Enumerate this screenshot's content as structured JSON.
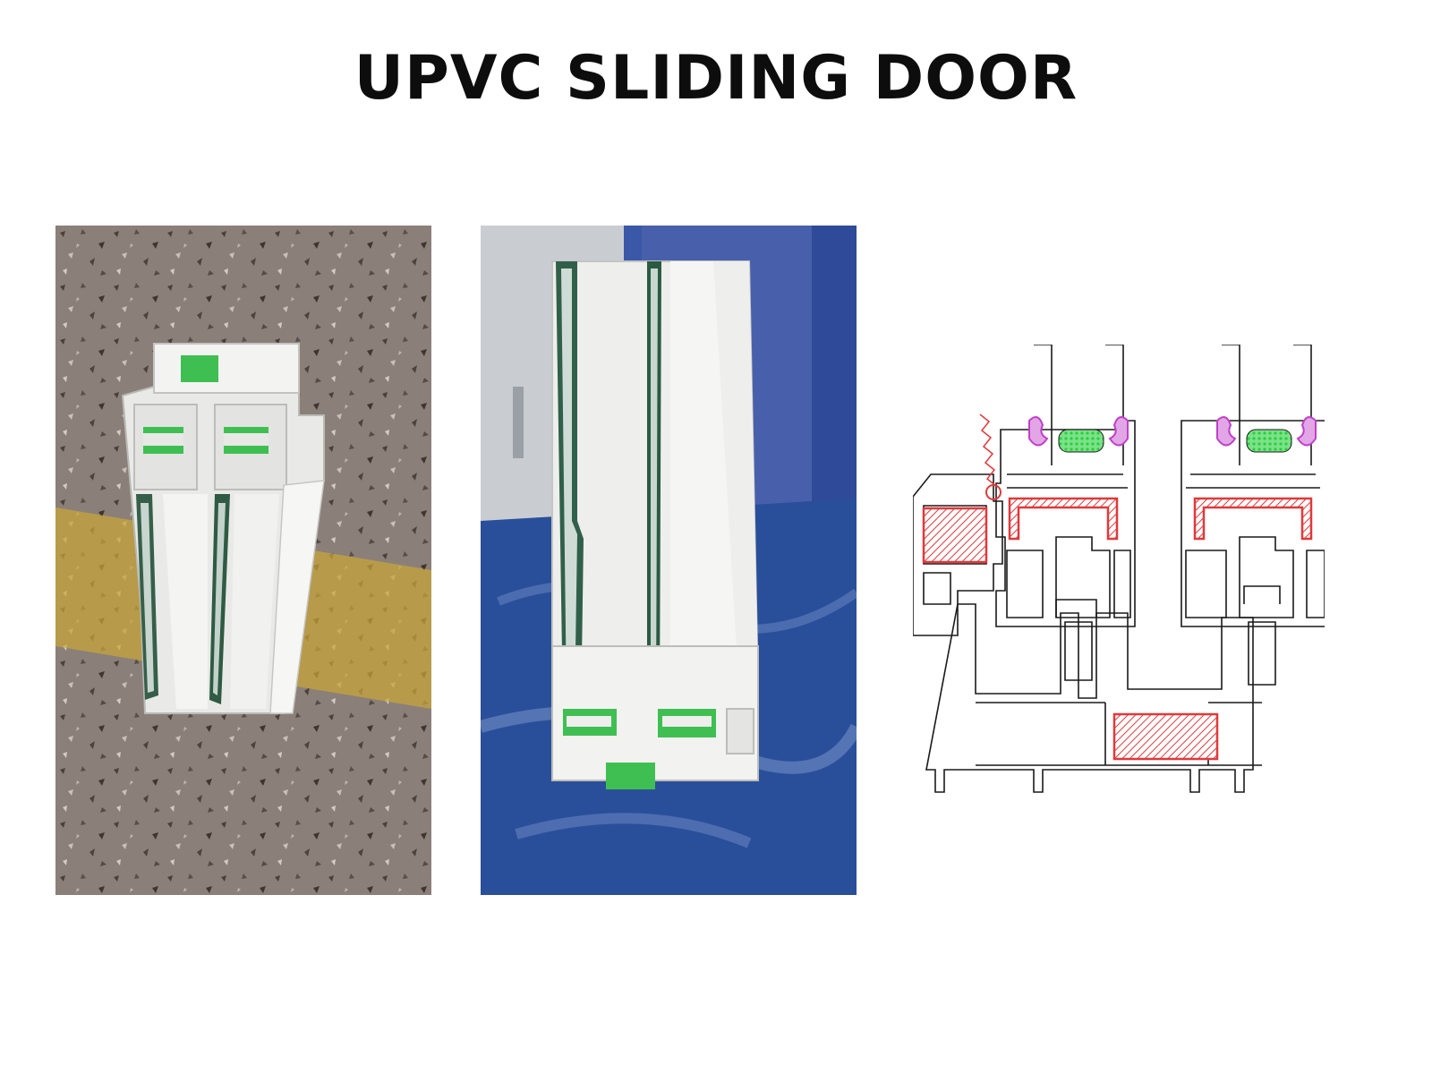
{
  "title": "UPVC SLIDING DOOR",
  "panels": [
    {
      "name": "photo-profile-section-top-view"
    },
    {
      "name": "photo-profile-section-angled-view"
    },
    {
      "name": "technical-cross-section-drawing"
    }
  ],
  "colors": {
    "title": "#0d0d0d",
    "pvc_white": "#f2f2f0",
    "reinforcement_green": "#3fbf52",
    "glass_green": "#2d5a44",
    "floor_terrazzo": "#8a7d78",
    "floor_stripe_yellow": "#c8a63a",
    "blue_table": "#2a4f9a",
    "drawing_line": "#1a1a1a",
    "drawing_steel_red": "#e0393b",
    "drawing_gasket_magenta": "#c040c8",
    "drawing_seal_green": "#22d33a"
  }
}
